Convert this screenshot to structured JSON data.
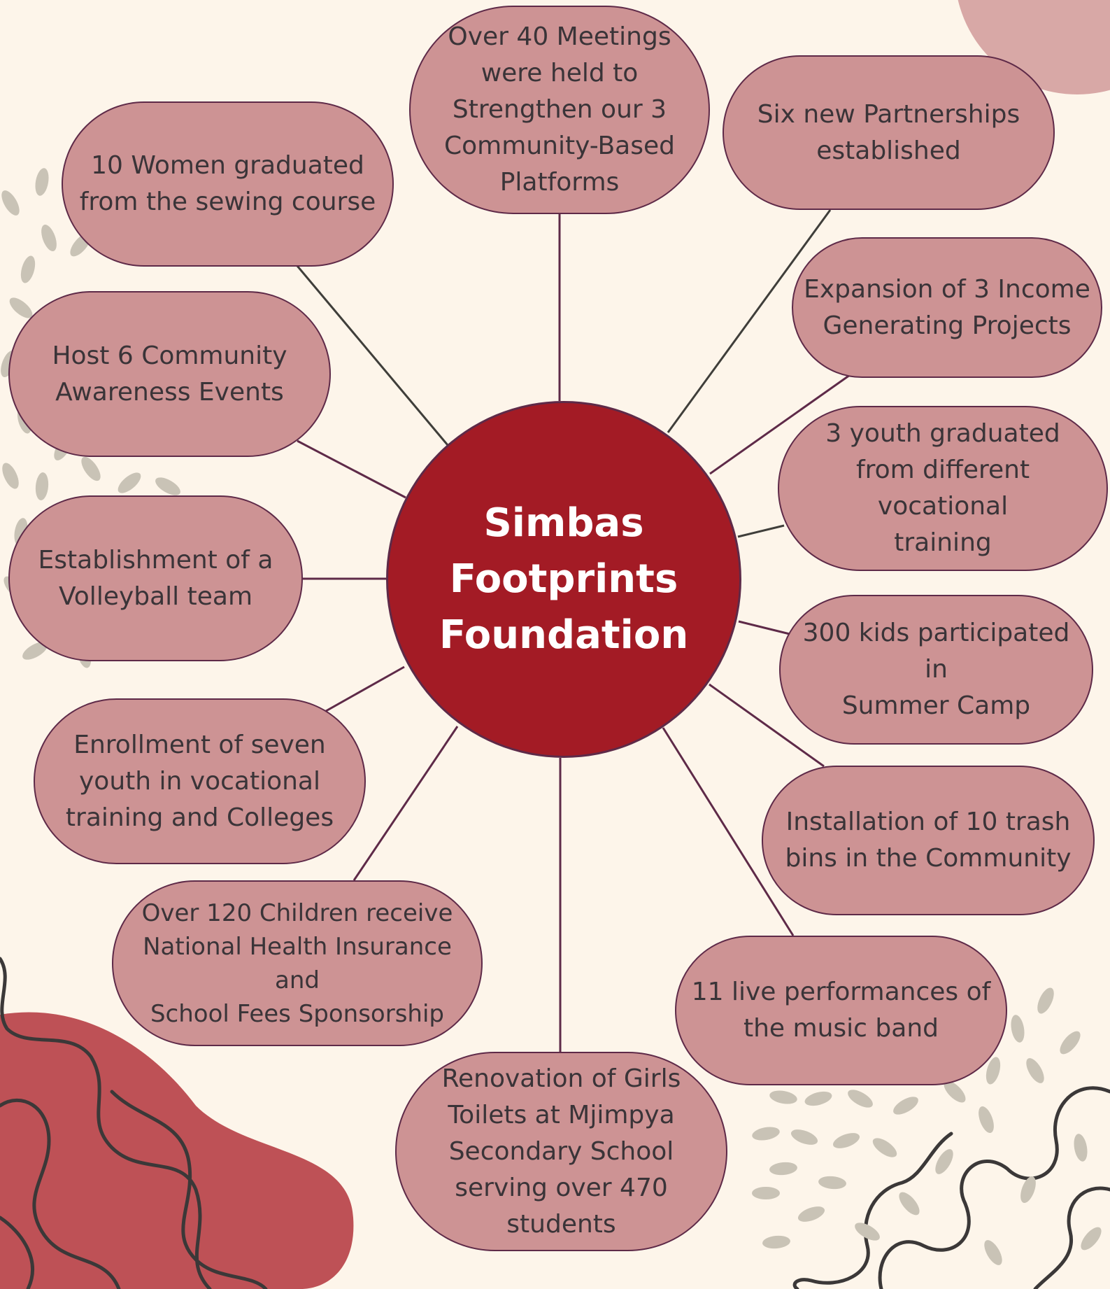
{
  "diagram": {
    "center": "Simbas\nFootprints\nFoundation",
    "nodes": [
      {
        "id": "meetings",
        "text": "Over 40 Meetings\nwere held to\nStrengthen our 3\nCommunity-Based\nPlatforms"
      },
      {
        "id": "partnerships",
        "text": "Six new Partnerships\nestablished"
      },
      {
        "id": "income",
        "text": "Expansion of 3 Income\nGenerating Projects"
      },
      {
        "id": "youth-graduated",
        "text": "3  youth graduated\nfrom different vocational\ntraining"
      },
      {
        "id": "summer-camp",
        "text": "300 kids participated in\nSummer Camp"
      },
      {
        "id": "trash-bins",
        "text": "Installation of 10 trash\nbins in the Community"
      },
      {
        "id": "music-band",
        "text": "11 live performances of\nthe music band"
      },
      {
        "id": "toilets",
        "text": "Renovation of Girls\nToilets at Mjimpya\nSecondary School\nserving over 470\nstudents"
      },
      {
        "id": "health-insurance",
        "text": "Over 120 Children receive\nNational Health Insurance and\nSchool Fees Sponsorship"
      },
      {
        "id": "enrollment",
        "text": "Enrollment of seven\nyouth in vocational\ntraining and Colleges"
      },
      {
        "id": "volleyball",
        "text": "Establishment of a\nVolleyball team"
      },
      {
        "id": "awareness",
        "text": "Host 6 Community\nAwareness Events"
      },
      {
        "id": "sewing",
        "text": "10 Women graduated\nfrom the sewing course"
      }
    ]
  },
  "colors": {
    "background": "#fdf5ea",
    "center_fill": "#a31b25",
    "node_fill": "#cd9394",
    "node_border": "#5e2a48",
    "connector": "#5e2a48",
    "corner_blob": "#be5156",
    "top_right_blob": "#d8a8a6",
    "speckles": "#c9c3b6"
  }
}
